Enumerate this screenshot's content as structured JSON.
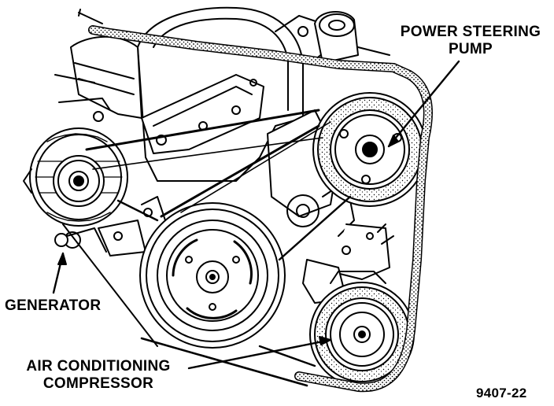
{
  "labels": {
    "power_steering_pump_line1": "POWER STEERING",
    "power_steering_pump_line2": "PUMP",
    "generator": "GENERATOR",
    "air_conditioning_line1": "AIR CONDITIONING",
    "air_conditioning_line2": "COMPRESSOR"
  },
  "figure_number": "9407-22",
  "colors": {
    "ink": "#000000",
    "paper": "#ffffff"
  }
}
